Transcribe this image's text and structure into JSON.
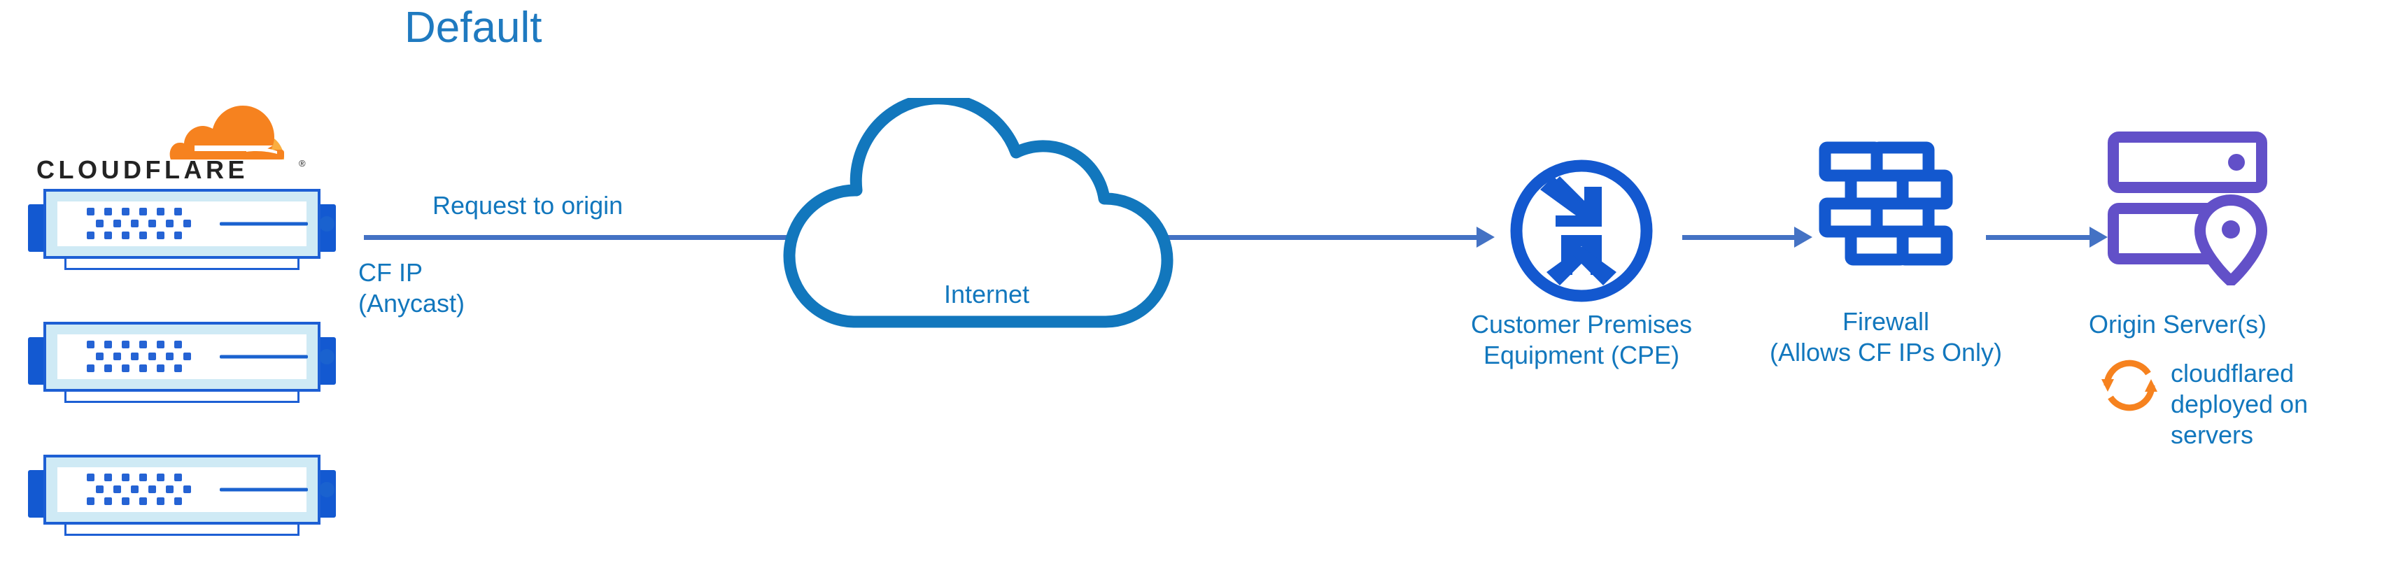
{
  "diagram": {
    "title": "Default",
    "colors": {
      "text_blue": "#1277bd",
      "title_blue": "#1f7ac0",
      "arrow_blue": "#4472c4",
      "cloud_outline_blue": "#1277bd",
      "icon_blue": "#1358cf",
      "origin_purple": "#6250c8",
      "cloudflare_orange": "#f6821f",
      "wordmark_dark": "#232323"
    },
    "cloudflare": {
      "wordmark": "CLOUDFLARE",
      "registered_mark": "®",
      "logo_icon": "cloudflare-cloud-logo",
      "servers": [
        {
          "name": "cloudflare-server-1"
        },
        {
          "name": "cloudflare-server-2"
        },
        {
          "name": "cloudflare-server-3"
        }
      ]
    },
    "flow": {
      "request_label": "Request to origin",
      "cf_ip_label": "CF IP\n(Anycast)",
      "cf_ip_line1": "CF IP",
      "cf_ip_line2": "(Anycast)"
    },
    "internet": {
      "label": "Internet",
      "icon": "cloud-outline-icon"
    },
    "cpe": {
      "icon": "router-arrows-circle-icon",
      "label_line1": "Customer Premises",
      "label_line2": "Equipment (CPE)"
    },
    "firewall": {
      "icon": "brick-wall-icon",
      "label_line1": "Firewall",
      "label_line2": "(Allows CF IPs Only)"
    },
    "origin": {
      "icon": "server-stack-location-pin-icon",
      "label": "Origin Server(s)",
      "cloudflared_icon": "circular-arrows-sync-icon",
      "cloudflared_line1": "cloudflared",
      "cloudflared_line2": "deployed on",
      "cloudflared_line3": "servers"
    },
    "arrows": [
      {
        "name": "arrow-cloudflare-to-cpe"
      },
      {
        "name": "arrow-cpe-to-firewall"
      },
      {
        "name": "arrow-firewall-to-origin"
      }
    ]
  }
}
